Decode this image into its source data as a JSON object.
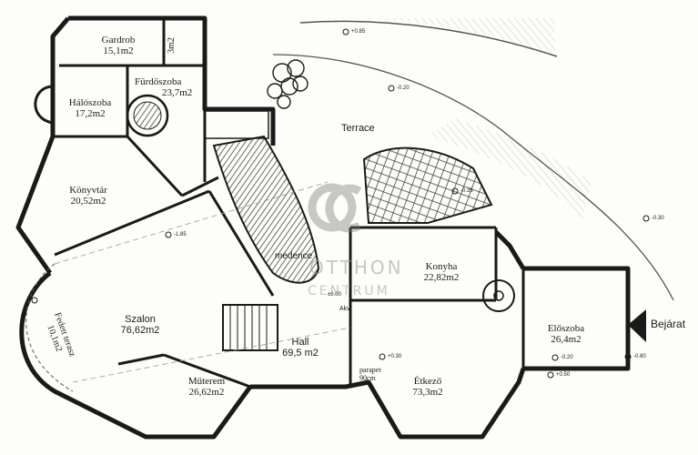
{
  "rooms": [
    {
      "id": "gardrob",
      "name": "Gardrob",
      "area": "15,1m2"
    },
    {
      "id": "storage",
      "area": "3m2"
    },
    {
      "id": "halo",
      "name": "Hálószoba",
      "area": "17,2m2"
    },
    {
      "id": "furdo",
      "name": "Fürdőszoba",
      "area": "23,7m2"
    },
    {
      "id": "konyvtar",
      "name": "Könyvtár",
      "area": "20,52m2"
    },
    {
      "id": "szalon",
      "name": "Szalon",
      "area": "76,62m2"
    },
    {
      "id": "terasz",
      "name": "Fedett terasz",
      "area": "10,1m2"
    },
    {
      "id": "muterem",
      "name": "Műterem",
      "area": "26,62m2"
    },
    {
      "id": "hall",
      "name": "Hall",
      "area": "69,5 m2"
    },
    {
      "id": "konyha",
      "name": "Konyha",
      "area": "22,82m2"
    },
    {
      "id": "etkezo",
      "name": "Étkező",
      "area": "73,3m2"
    },
    {
      "id": "eloszoba",
      "name": "Előszoba",
      "area": "26,4m2"
    }
  ],
  "labels": {
    "terrace": "Terrace",
    "pool": "medence",
    "entrance": "Bejárat",
    "akv": "Akv",
    "parapet": "parapet",
    "parapet_height": "90cm"
  },
  "levels": [
    "+0.85",
    "-0.20",
    "-0.35",
    "-0.30",
    "±0.00",
    "-1.85",
    "+0.30",
    "-0.20",
    "+0.50",
    "-0.80"
  ],
  "watermark": {
    "logo": "OC",
    "line1": "OTTHON",
    "line2": "CENTRUM"
  },
  "colors": {
    "ink": "#1a1a1a",
    "paper": "#fdfdfb",
    "hatch": "#444444",
    "watermark": "#9a9a9a"
  }
}
